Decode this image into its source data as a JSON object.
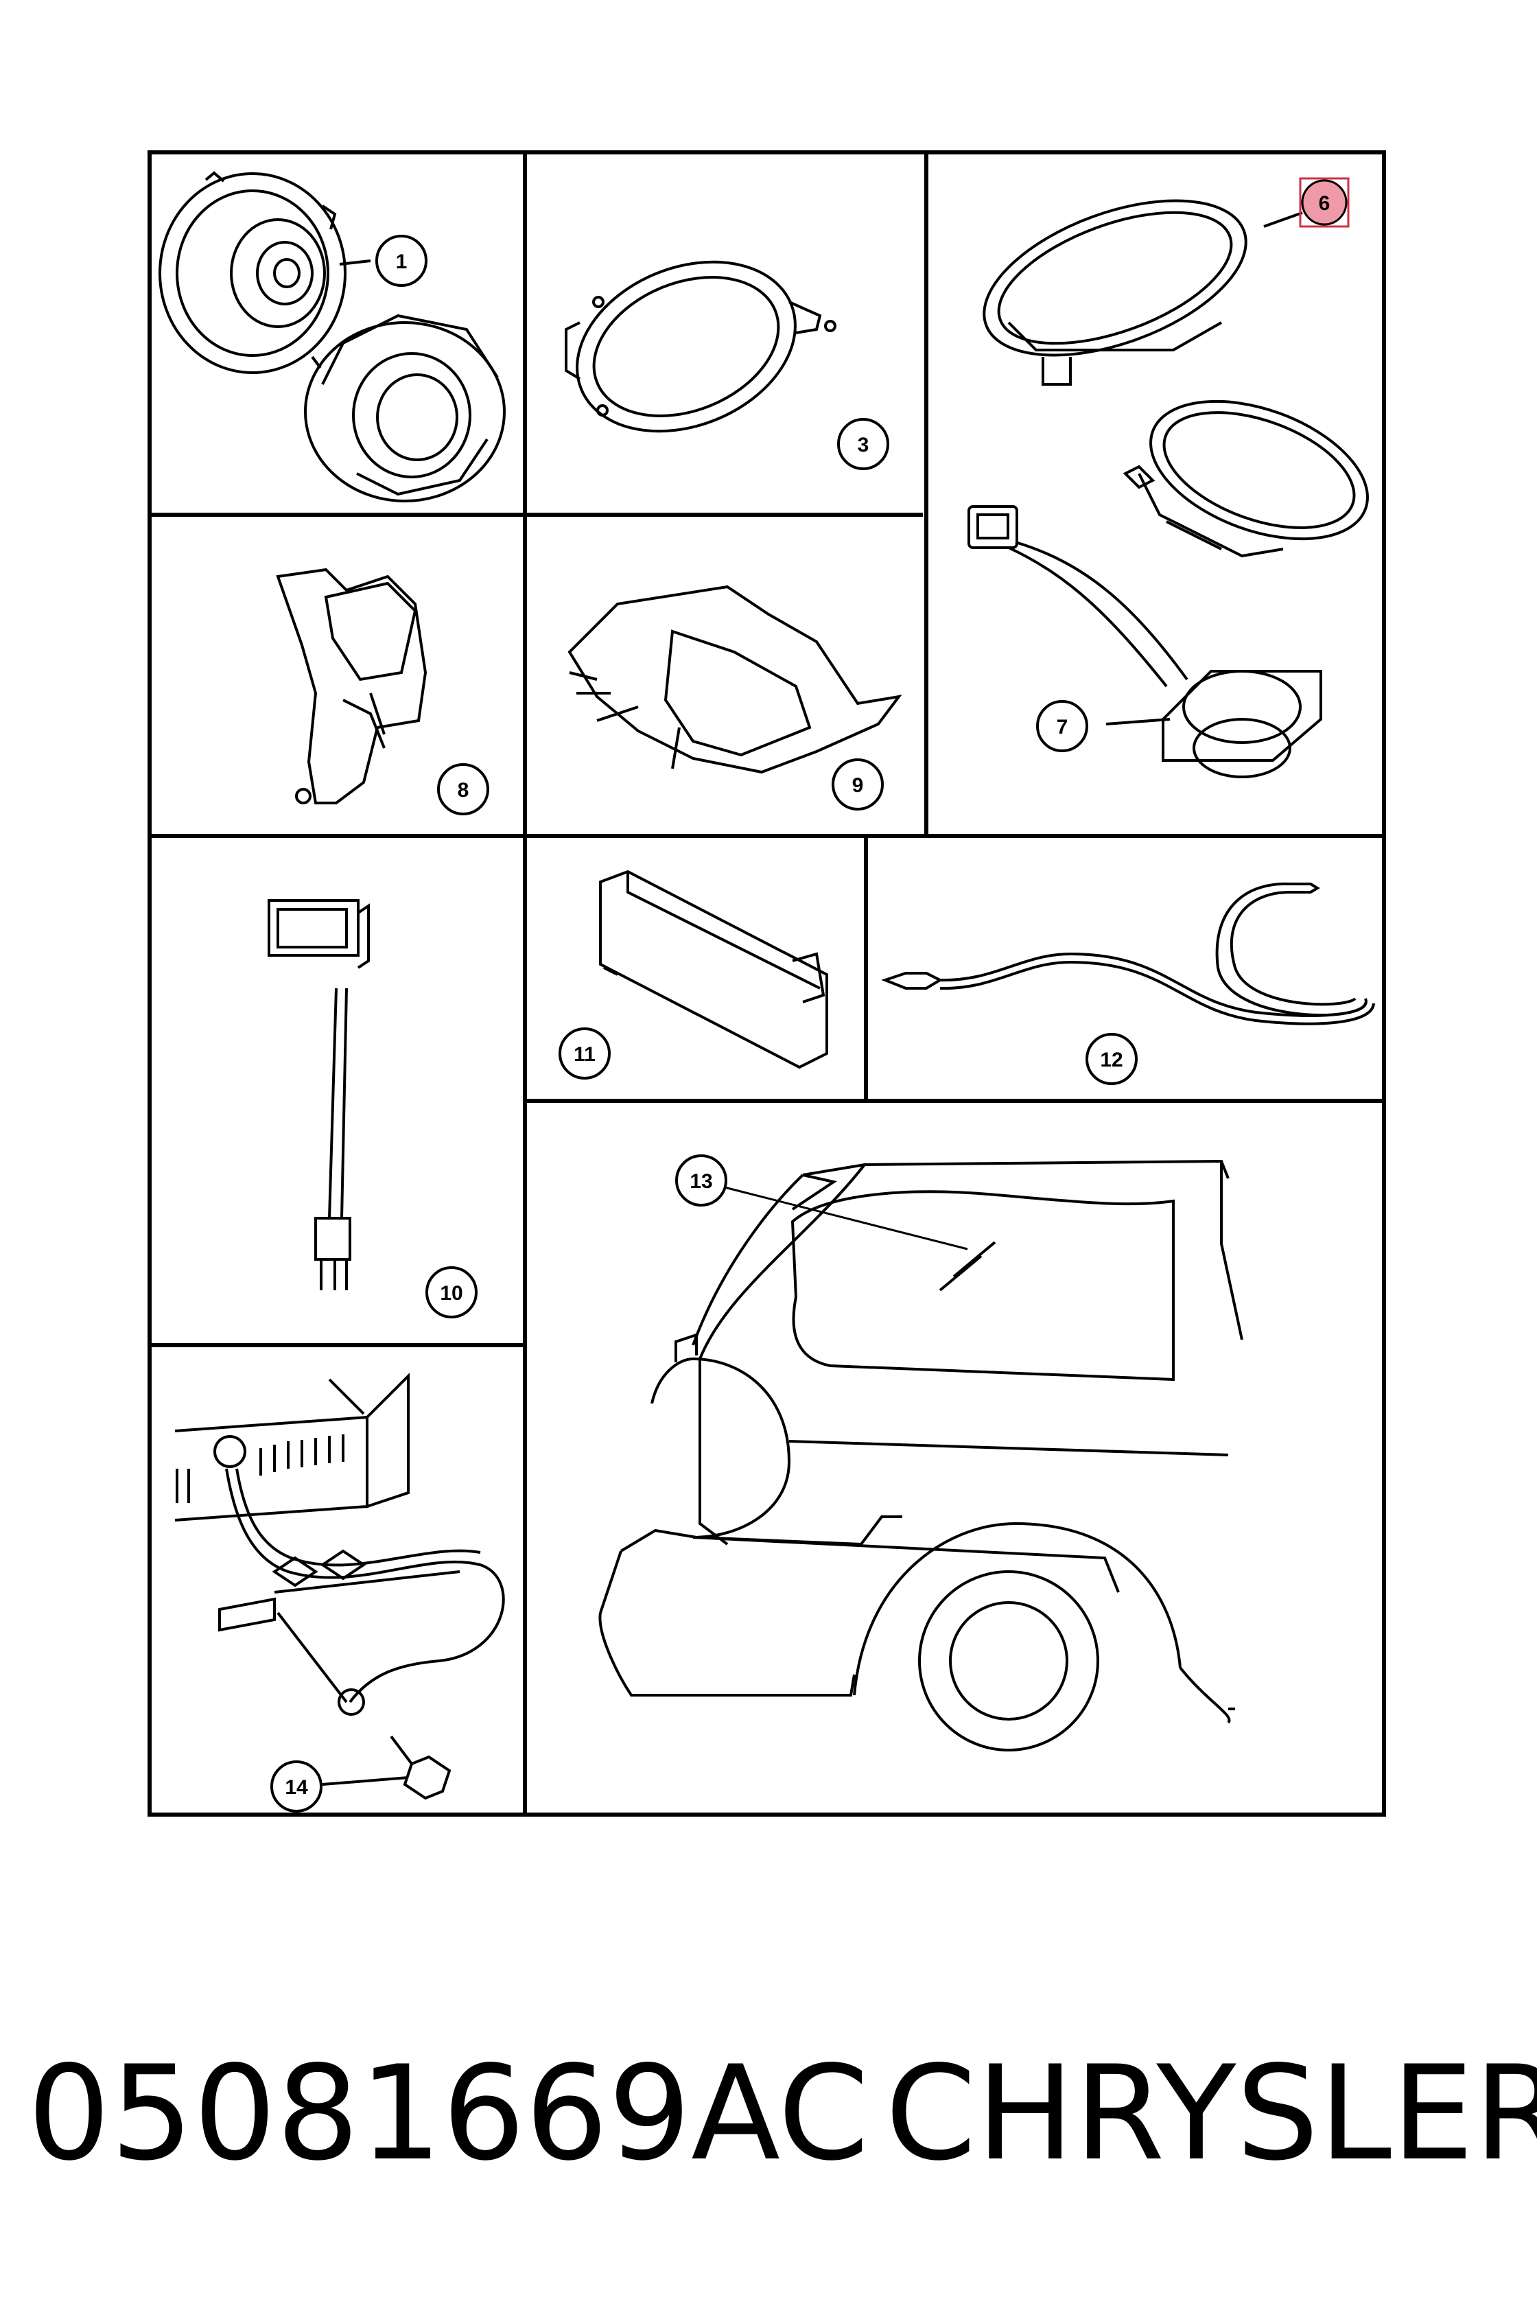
{
  "diagram": {
    "callouts": [
      "1",
      "3",
      "6",
      "7",
      "8",
      "9",
      "10",
      "11",
      "12",
      "13",
      "14"
    ],
    "highlighted_callout": "6",
    "highlight_color": "#ef9aa8",
    "highlight_border": "#cc3344"
  },
  "footer": {
    "part_number": "05081669AC",
    "brand": "CHRYSLER"
  }
}
